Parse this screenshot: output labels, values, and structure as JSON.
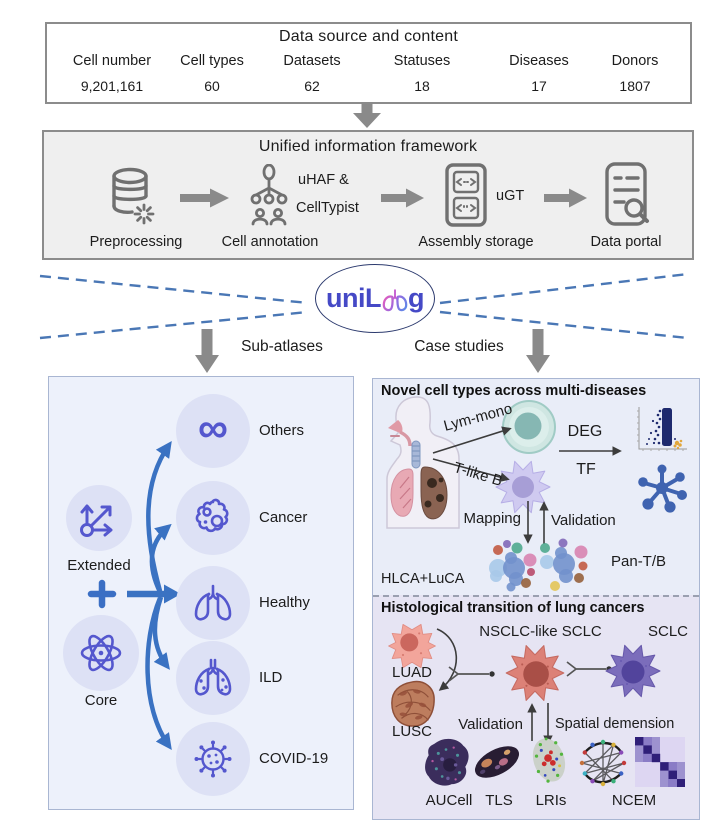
{
  "data_source": {
    "title": "Data source and content",
    "stats": [
      {
        "label": "Cell number",
        "value": "9,201,161"
      },
      {
        "label": "Cell types",
        "value": "60"
      },
      {
        "label": "Datasets",
        "value": "62"
      },
      {
        "label": "Statuses",
        "value": "18"
      },
      {
        "label": "Diseases",
        "value": "17"
      },
      {
        "label": "Donors",
        "value": "1807"
      }
    ]
  },
  "framework": {
    "title": "Unified information framework",
    "steps": [
      {
        "label": "Preprocessing"
      },
      {
        "label": "Cell annotation",
        "annotation_line1": "uHAF &",
        "annotation_line2": "CellTypist"
      },
      {
        "label": "Assembly storage",
        "annotation": "uGT"
      },
      {
        "label": "Data portal"
      }
    ]
  },
  "logo": {
    "text_before": "uniL",
    "text_after": "g"
  },
  "branches": {
    "left_label": "Sub-atlases",
    "right_label": "Case studies"
  },
  "sub_atlases": {
    "extended_label": "Extended",
    "plus_glyph": "+",
    "core_label": "Core",
    "infinity_glyph": "∞",
    "targets": [
      {
        "label": "Others"
      },
      {
        "label": "Cancer"
      },
      {
        "label": "Healthy"
      },
      {
        "label": "ILD"
      },
      {
        "label": "COVID-19"
      }
    ]
  },
  "case_novel": {
    "title": "Novel cell types across multi-diseases",
    "arrow_top_label": "Lym-mono",
    "arrow_bottom_label": "T-like B",
    "deg_label": "DEG",
    "tf_label": "TF",
    "mapping_label": "Mapping",
    "validation_label": "Validation",
    "dataset_left": "HLCA+LuCA",
    "dataset_right": "Pan-T/B"
  },
  "case_histology": {
    "title": "Histological transition of lung cancers",
    "luad_label": "LUAD",
    "lusc_label": "LUSC",
    "nsclc_label": "NSCLC-like SCLC",
    "sclc_label": "SCLC",
    "validation_label": "Validation",
    "spatial_label": "Spatial demension",
    "method_labels": [
      "AUCell",
      "TLS",
      "LRIs",
      "NCEM"
    ]
  },
  "icons": [
    "database-icon",
    "hierarchy-tree-icon",
    "storage-server-icon",
    "document-search-icon",
    "down-arrow-icon",
    "right-arrow-icon",
    "scatter-axes-icon",
    "plus-icon",
    "atom-icon",
    "infinity-icon",
    "cancer-cell-icon",
    "lungs-icon",
    "lungs-dots-icon",
    "virus-icon",
    "human-lungs-illustration",
    "cell-round-icon",
    "cell-dendritic-icon",
    "volcano-plot-thumbnail",
    "network-icon",
    "umap-thumbnail",
    "branch-glyph",
    "tissue-thumbnail",
    "chord-network-thumbnail",
    "heatmap-thumbnail",
    "lungs-logo-icon"
  ],
  "colors": {
    "box_border_gray": "#8c8c8c",
    "panel_border_blue": "#a9b6d2",
    "gray_arrow": "#8a8a8a",
    "dashed_line_blue": "#4a77b5",
    "fan_arrow_blue": "#3a72c2",
    "icon_purple": "#5457ce",
    "logo_blue": "#4549c6",
    "left_panel_bg": "#edf1fb",
    "case1_bg": "#e9edf8",
    "case2_bg": "#e6e4f3",
    "framework_bg": "#efefef"
  }
}
